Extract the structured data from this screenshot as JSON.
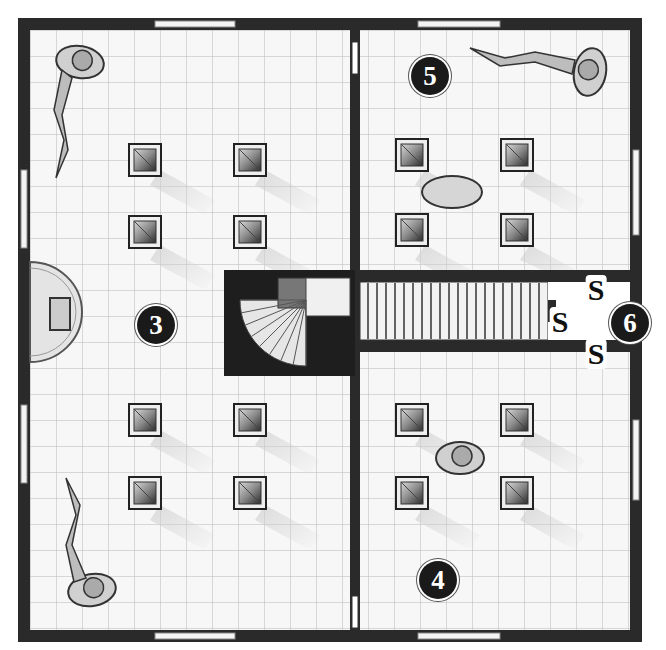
{
  "diagram": {
    "labels": [
      "5",
      "S",
      "3",
      "S",
      "6",
      "S",
      "4"
    ]
  }
}
